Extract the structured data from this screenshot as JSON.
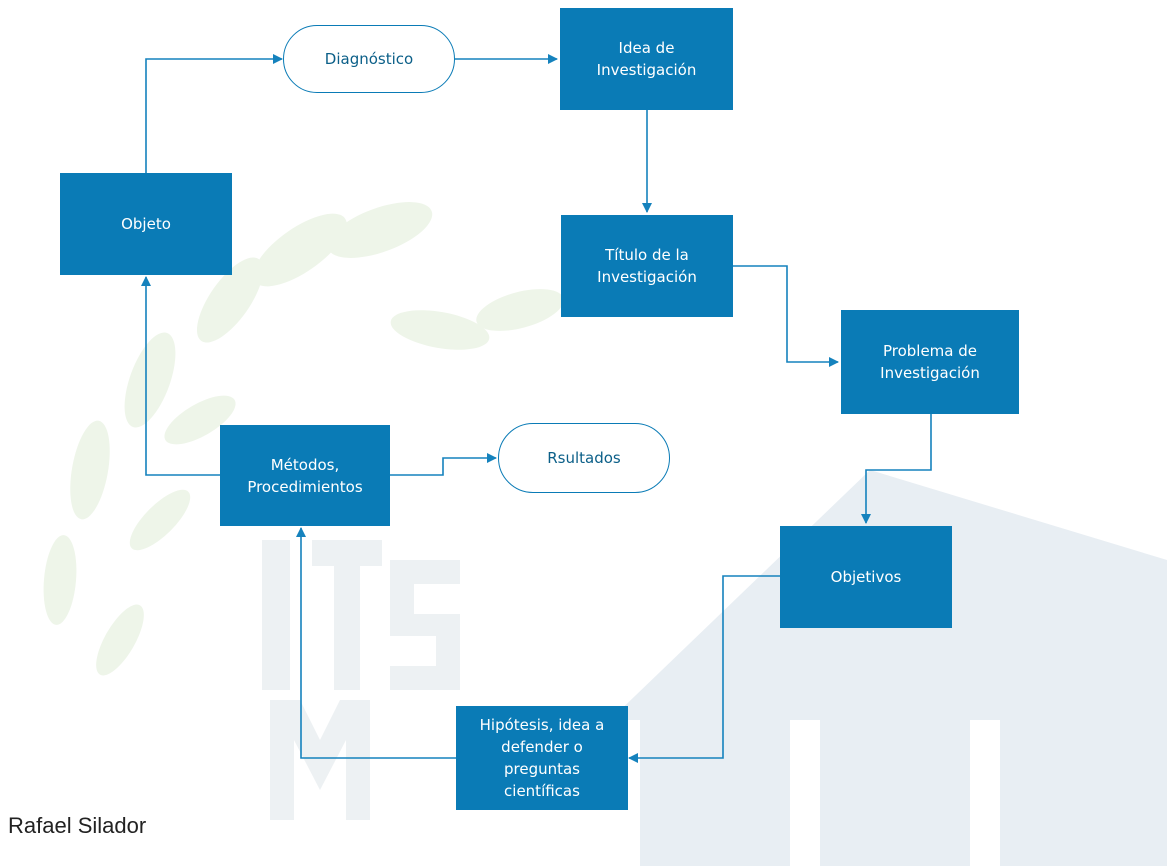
{
  "diagram": {
    "nodes": [
      {
        "id": "diagnostico",
        "shape": "terminator",
        "label": "Diagnóstico"
      },
      {
        "id": "idea",
        "shape": "process",
        "label": "Idea de\nInvestigación"
      },
      {
        "id": "objeto",
        "shape": "process",
        "label": "Objeto"
      },
      {
        "id": "titulo",
        "shape": "process",
        "label": "Título de la\nInvestigación"
      },
      {
        "id": "problema",
        "shape": "process",
        "label": "Problema de\nInvestigación"
      },
      {
        "id": "metodos",
        "shape": "process",
        "label": "Métodos,\nProcedimientos"
      },
      {
        "id": "resultados",
        "shape": "terminator",
        "label": "Rsultados"
      },
      {
        "id": "objetivos",
        "shape": "process",
        "label": "Objetivos"
      },
      {
        "id": "hipotesis",
        "shape": "process",
        "label": "Hipótesis, idea a\ndefender o\npreguntas\ncientíficas"
      }
    ],
    "edges": [
      {
        "from": "objeto",
        "to": "diagnostico"
      },
      {
        "from": "diagnostico",
        "to": "idea"
      },
      {
        "from": "idea",
        "to": "titulo"
      },
      {
        "from": "titulo",
        "to": "problema"
      },
      {
        "from": "problema",
        "to": "objetivos"
      },
      {
        "from": "objetivos",
        "to": "hipotesis"
      },
      {
        "from": "hipotesis",
        "to": "metodos"
      },
      {
        "from": "metodos",
        "to": "resultados"
      },
      {
        "from": "metodos",
        "to": "objeto"
      }
    ],
    "colors": {
      "box_fill": "#0a7bb6",
      "connector": "#1582bd",
      "terminator_text": "#0b5f88",
      "watermark": "#e6f0f6"
    }
  },
  "author": "Rafael Silador"
}
